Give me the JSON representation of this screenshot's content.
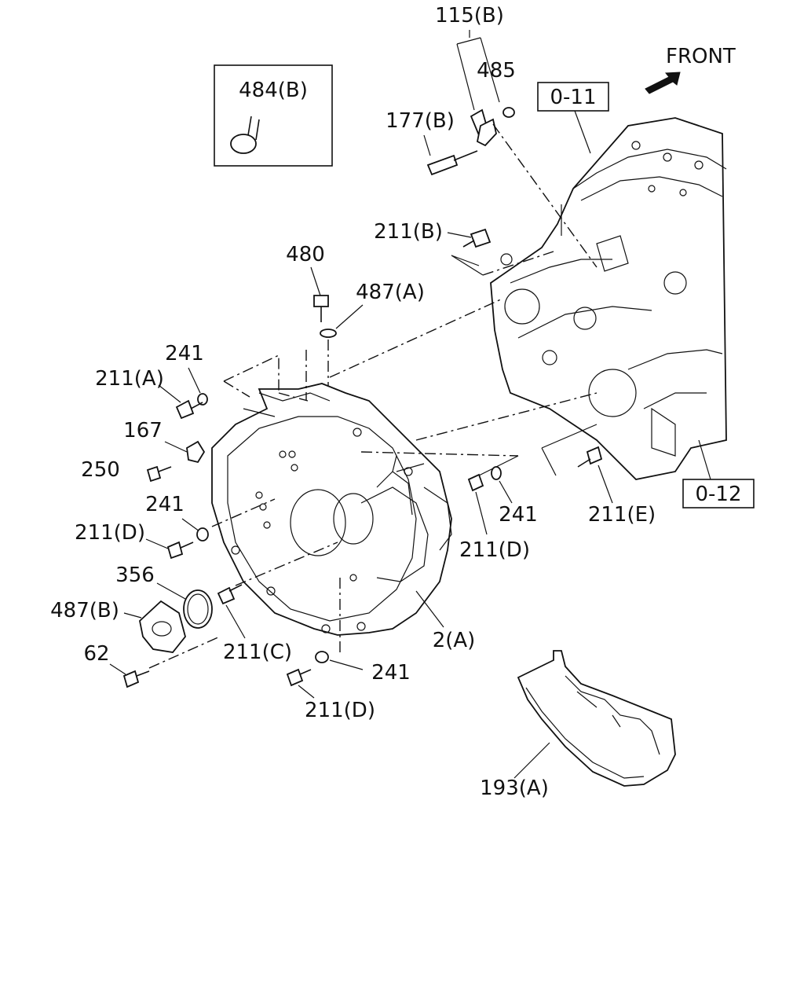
{
  "front_label": "FRONT",
  "refs": {
    "r011": "0-11",
    "r012": "0-12"
  },
  "labels": {
    "l115b": "115(B)",
    "l485": "485",
    "l484b": "484(B)",
    "l177b": "177(B)",
    "l211b": "211(B)",
    "l480": "480",
    "l487a": "487(A)",
    "l241a": "241",
    "l211a": "211(A)",
    "l167": "167",
    "l250": "250",
    "l241b": "241",
    "l211d1": "211(D)",
    "l356": "356",
    "l487b": "487(B)",
    "l62": "62",
    "l211c": "211(C)",
    "l211d2": "211(D)",
    "l241c": "241",
    "l2a": "2(A)",
    "l241d": "241",
    "l211d3": "211(D)",
    "l211e": "211(E)",
    "l193a": "193(A)"
  },
  "icons": {
    "front_arrow": "arrow-icon"
  }
}
